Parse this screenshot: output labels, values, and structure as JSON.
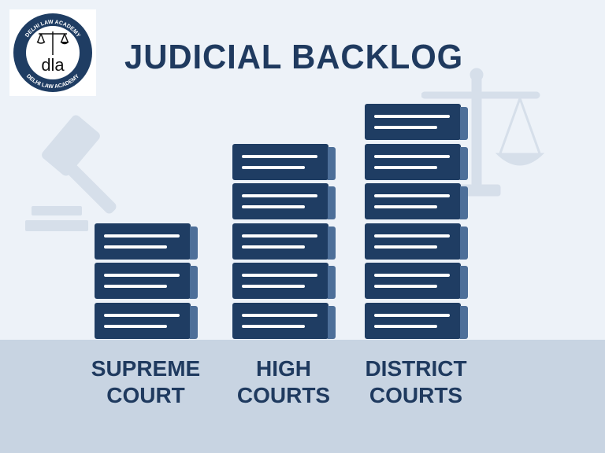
{
  "logo": {
    "text_top": "DELHI LAW ACADEMY",
    "text_bottom": "DELHI LAW ACADEMY",
    "monogram": "dla"
  },
  "title": "JUDICIAL BACKLOG",
  "colors": {
    "block": "#1f3d63",
    "block_side": "#4d6f99",
    "title": "#1f3a5f",
    "background": "#edf2f8",
    "floor": "#c8d4e2"
  },
  "icons": [
    "gavel-icon",
    "scales-of-justice-icon"
  ],
  "stacks": [
    {
      "line1": "SUPREME",
      "line2": "COURT",
      "blocks": 3
    },
    {
      "line1": "HIGH",
      "line2": "COURTS",
      "blocks": 5
    },
    {
      "line1": "DISTRICT",
      "line2": "COURTS",
      "blocks": 6
    }
  ]
}
